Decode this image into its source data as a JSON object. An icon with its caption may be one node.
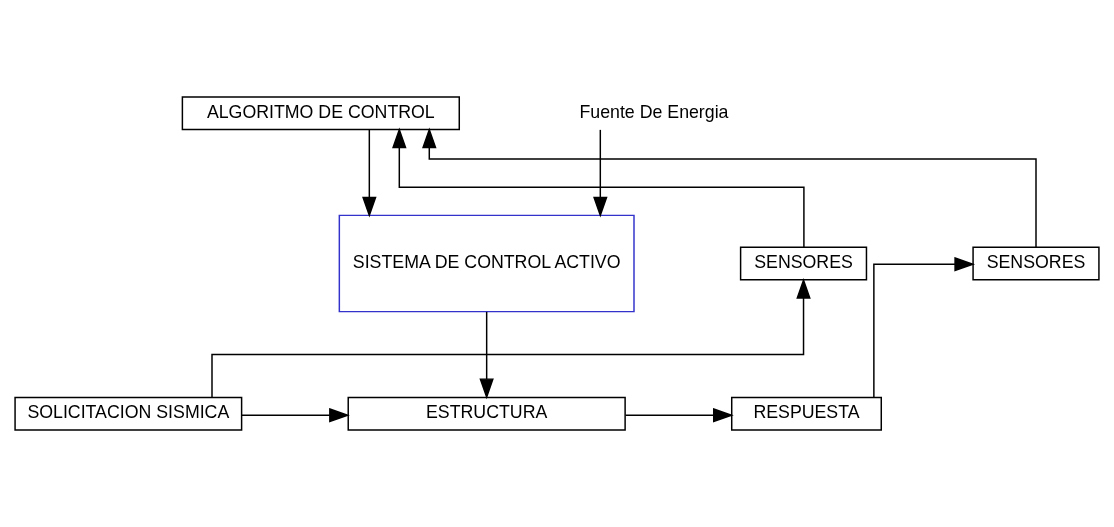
{
  "diagram": {
    "nodes": [
      {
        "text": [
          "ALGORITMO DE CONTROL"
        ]
      },
      {
        "text": [
          "Fuente De Energia"
        ]
      },
      {
        "text": [
          "SISTEMA DE CONTROL ACTIVO"
        ]
      },
      {
        "text": [
          "SENSORES"
        ]
      },
      {
        "text": [
          "SENSORES"
        ]
      },
      {
        "text": [
          "SOLICITACION SISMICA"
        ]
      },
      {
        "text": [
          "ESTRUCTURA"
        ]
      },
      {
        "text": [
          "RESPUESTA"
        ]
      }
    ],
    "edges": [
      {
        "from": 3,
        "to": 0,
        "arrow": "to"
      },
      {
        "from": 4,
        "to": 0,
        "arrow": "to"
      },
      {
        "from": 1,
        "to": 2,
        "arrow": "to"
      },
      {
        "from": 0,
        "to": 2,
        "arrow": "to"
      },
      {
        "from": 5,
        "to": 3,
        "arrow": "to"
      },
      {
        "from": 2,
        "to": 6,
        "arrow": "to"
      },
      {
        "from": 7,
        "to": 4,
        "arrow": "to"
      },
      {
        "from": 5,
        "to": 6,
        "arrow": "to"
      },
      {
        "from": 6,
        "to": 7,
        "arrow": "to"
      }
    ]
  }
}
